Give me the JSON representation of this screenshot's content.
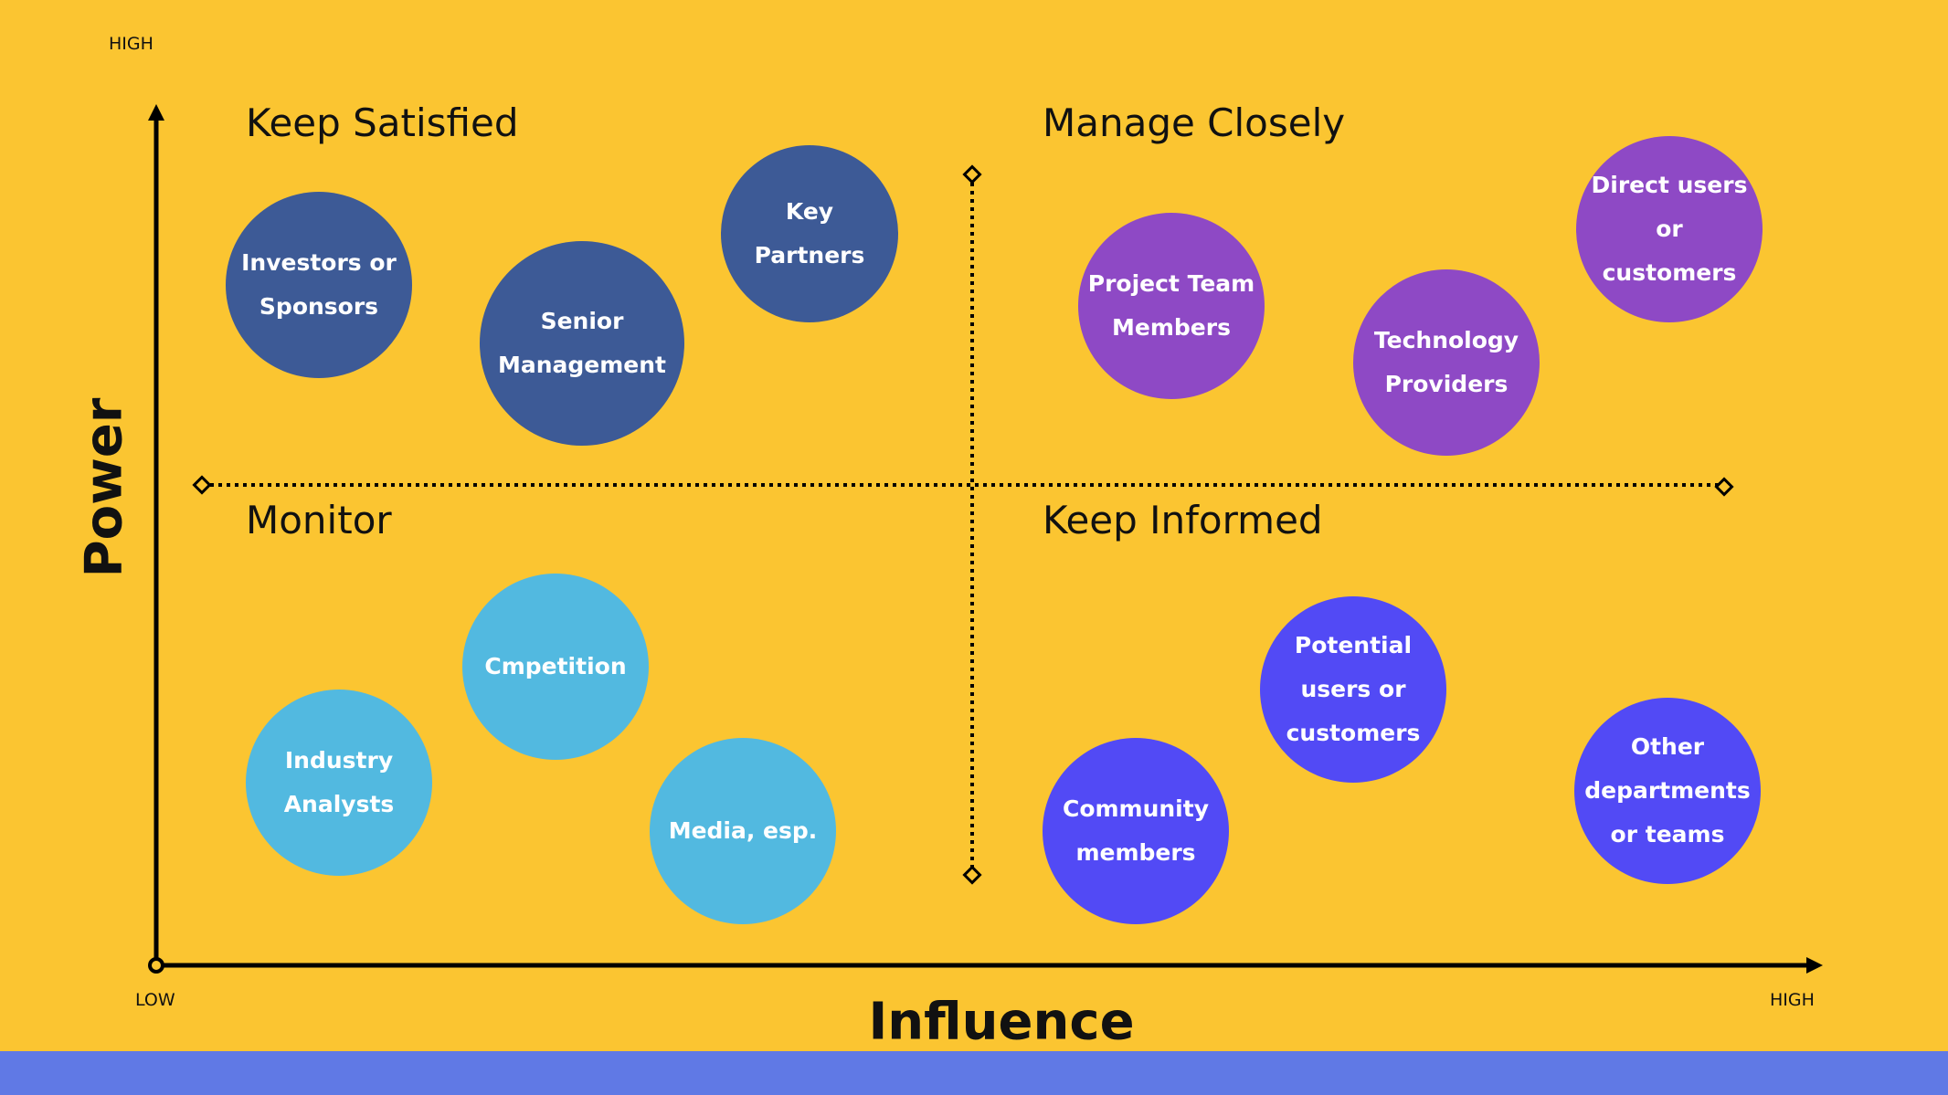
{
  "axes": {
    "y_title": "Power",
    "x_title": "Influence",
    "y_high": "HIGH",
    "origin_low": "LOW",
    "x_high": "HIGH"
  },
  "quadrants": {
    "top_left": "Keep Satisfied",
    "top_right": "Manage Closely",
    "bottom_left": "Monitor",
    "bottom_right": "Keep Informed"
  },
  "colors": {
    "background": "#FBC531",
    "band": "#6079E5",
    "keep_satisfied": "#3D5A96",
    "manage_closely": "#8E49C5",
    "monitor": "#52B9E0",
    "keep_informed": "#524AF5"
  },
  "stakeholders": [
    {
      "id": "investors",
      "label": "Investors or Sponsors",
      "group": "keep_satisfied"
    },
    {
      "id": "senior-management",
      "label": "Senior Management",
      "group": "keep_satisfied"
    },
    {
      "id": "key-partners",
      "label": "Key Partners",
      "group": "keep_satisfied"
    },
    {
      "id": "project-team",
      "label": "Project Team Members",
      "group": "manage_closely"
    },
    {
      "id": "technology-providers",
      "label": "Technology Providers",
      "group": "manage_closely"
    },
    {
      "id": "direct-users",
      "label": "Direct users or customers",
      "group": "manage_closely"
    },
    {
      "id": "competition",
      "label": "Cmpetition",
      "group": "monitor"
    },
    {
      "id": "industry-analysts",
      "label": "Industry Analysts",
      "group": "monitor"
    },
    {
      "id": "media",
      "label": "Media, esp.",
      "group": "monitor"
    },
    {
      "id": "potential-users",
      "label": "Potential users or customers",
      "group": "keep_informed"
    },
    {
      "id": "community-members",
      "label": "Community members",
      "group": "keep_informed"
    },
    {
      "id": "other-departments",
      "label": "Other departments or teams",
      "group": "keep_informed"
    }
  ]
}
